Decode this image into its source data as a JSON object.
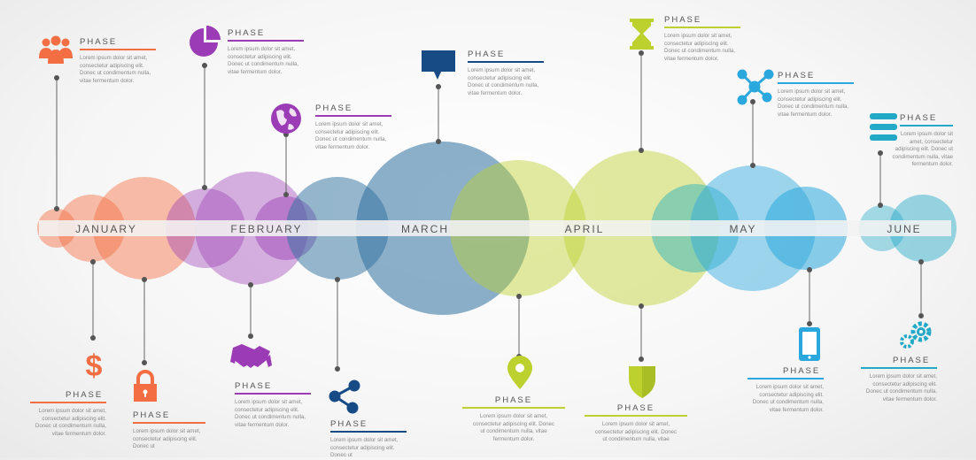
{
  "colors": {
    "orange": "#f36f43",
    "purple": "#9b3bb5",
    "slate": "#2e6f9e",
    "navy": "#164b86",
    "lime": "#bcd12d",
    "sky": "#2aa7dd",
    "teal": "#21a9c7",
    "band": "#f2f2f2",
    "text": "#555555"
  },
  "timeline": {
    "months": [
      "JANUARY",
      "FEBRUARY",
      "MARCH",
      "APRIL",
      "MAY",
      "JUNE"
    ]
  },
  "phases": [
    {
      "title": "PHASE",
      "body": "Lorem ipsum dolor sit amet, consectetur adipiscing elit. Donec ut condimentum nulla, vitae fermentum dolor.",
      "color": "#f36f43",
      "icon": "people-icon"
    },
    {
      "title": "PHASE",
      "body": "Lorem ipsum dolor sit amet, consectetur adipiscing elit. Donec ut condimentum nulla, vitae fermentum dolor.",
      "color": "#9b3bb5",
      "icon": "pie-chart-icon"
    },
    {
      "title": "PHASE",
      "body": "Lorem ipsum dolor sit amet, consectetur adipiscing elit. Donec ut condimentum nulla, vitae fermentum dolor.",
      "color": "#9b3bb5",
      "icon": "globe-icon"
    },
    {
      "title": "PHASE",
      "body": "Lorem ipsum dolor sit amet, consectetur adipiscing elit. Donec ut condimentum nulla, vitae fermentum dolor.",
      "color": "#164b86",
      "icon": "speech-bubble-icon"
    },
    {
      "title": "PHASE",
      "body": "Lorem ipsum dolor sit amet, consectetur adipiscing elit. Donec ut condimentum nulla, vitae fermentum dolor.",
      "color": "#bcd12d",
      "icon": "hourglass-icon"
    },
    {
      "title": "PHASE",
      "body": "Lorem ipsum dolor sit amet, consectetur adipiscing elit. Donec ut condimentum nulla, vitae fermentum dolor.",
      "color": "#2aa7dd",
      "icon": "network-icon"
    },
    {
      "title": "PHASE",
      "body": "Lorem ipsum dolor sit amet, consectetur adipiscing elit. Donec ut condimentum nulla, vitae fermentum dolor.",
      "color": "#21a9c7",
      "icon": "list-icon"
    },
    {
      "title": "PHASE",
      "body": "Lorem ipsum dolor sit amet, consectetur adipiscing elit. Donec ut condimentum nulla, vitae fermentum dolor.",
      "color": "#f36f43",
      "icon": "dollar-icon"
    },
    {
      "title": "PHASE",
      "body": "Lorem ipsum dolor sit amet, consectetur adipiscing elit. Donec ut",
      "color": "#f36f43",
      "icon": "lock-icon"
    },
    {
      "title": "PHASE",
      "body": "Lorem ipsum dolor sit amet, consectetur adipiscing elit. Donec ut condimentum nulla, vitae fermentum dolor.",
      "color": "#9b3bb5",
      "icon": "handshake-icon"
    },
    {
      "title": "PHASE",
      "body": "Lorem ipsum dolor sit amet, consectetur adipiscing elit. Donec ut",
      "color": "#164b86",
      "icon": "share-icon"
    },
    {
      "title": "PHASE",
      "body": "Lorem ipsum dolor sit amet, consectetur adipiscing elit. Donec ut condimentum nulla, vitae fermentum dolor.",
      "color": "#bcd12d",
      "icon": "map-pin-icon"
    },
    {
      "title": "PHASE",
      "body": "Lorem ipsum dolor sit amet, consectetur adipiscing elit. Donec ut condimentum nulla, vitae",
      "color": "#bcd12d",
      "icon": "shield-icon"
    },
    {
      "title": "PHASE",
      "body": "Lorem ipsum dolor sit amet, consectetur adipiscing elit. Donec ut condimentum nulla, vitae fermentum dolor.",
      "color": "#2aa7dd",
      "icon": "mobile-phone-icon"
    },
    {
      "title": "PHASE",
      "body": "Lorem ipsum dolor sit amet, consectetur adipiscing elit. Donec ut condimentum nulla, vitae fermentum dolor.",
      "color": "#21a9c7",
      "icon": "gears-icon"
    }
  ]
}
